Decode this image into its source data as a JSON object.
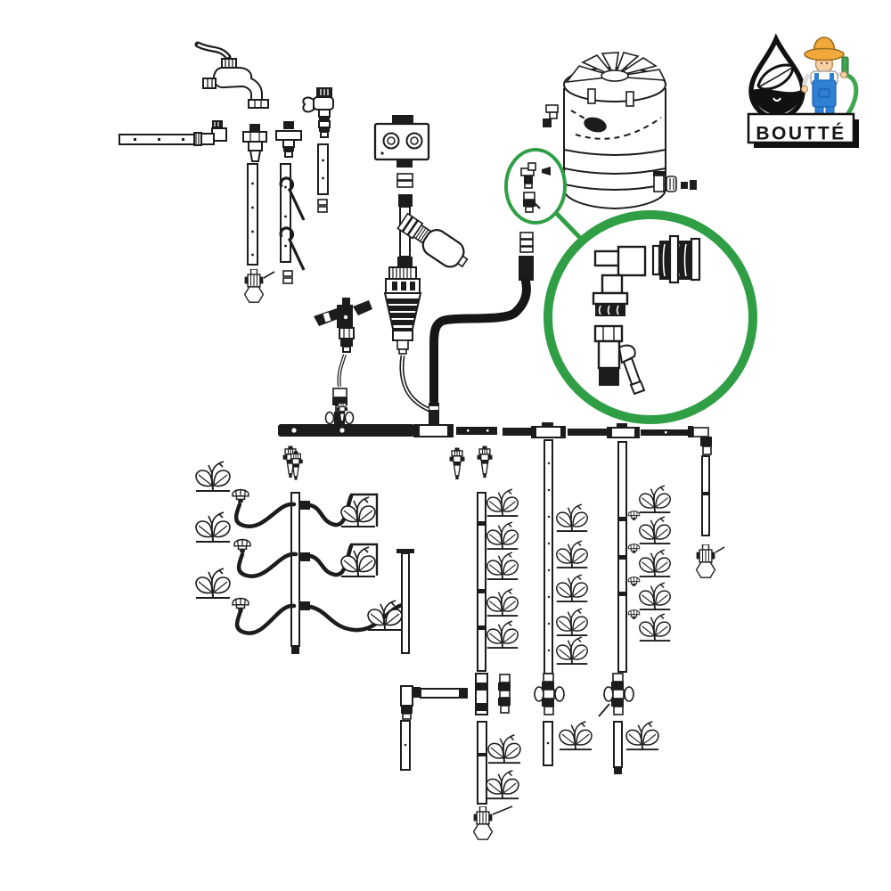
{
  "brand": {
    "name": "BOUTTÉ"
  },
  "logo": {
    "drop_icon": "water-drop-leaf-icon",
    "mascot_icon": "gardener-mascot-icon",
    "wordmark_style": "boxed-with-shadow"
  },
  "colors": {
    "outline": "#1c1c1c",
    "callout_green": "#2f9e45",
    "logo_hat": "#f2a93b",
    "logo_overalls": "#2f80d4",
    "logo_hose": "#3fa64f",
    "logo_skin": "#f8cfa2",
    "logo_shoes": "#e8912a",
    "background": "#ffffff"
  },
  "diagram": {
    "kind": "drip-irrigation-kit-parts-diagram",
    "callout": {
      "shape": "magnifier-circle",
      "highlighted_parts": [
        "hose-elbow-connector",
        "threaded-hose-coupler",
        "tank-outlet-tap"
      ]
    },
    "part_names": [
      "garden-tap",
      "supply-hose",
      "wall-mount-rail",
      "elbow-connector",
      "tap-adapter",
      "cross-connector",
      "shutoff-valve",
      "perforated-stake",
      "fixing-hook",
      "pipe-clamp",
      "hex-base-sprinkler",
      "impact-sprinkler",
      "watering-timer",
      "hose-coupling",
      "inline-filter",
      "pressure-reducer",
      "water-tank",
      "float-valve",
      "tank-outlet-fitting",
      "main-supply-hose",
      "manifold-bar",
      "tee-connector",
      "line-end-elbow",
      "drip-line",
      "riser-pipe",
      "micro-sprinkler",
      "dripper-head",
      "feeder-tube",
      "corner-guide",
      "line-end-cap",
      "inline-coupler",
      "winged-coupler",
      "plant-seedling"
    ],
    "plant_count": 25
  }
}
